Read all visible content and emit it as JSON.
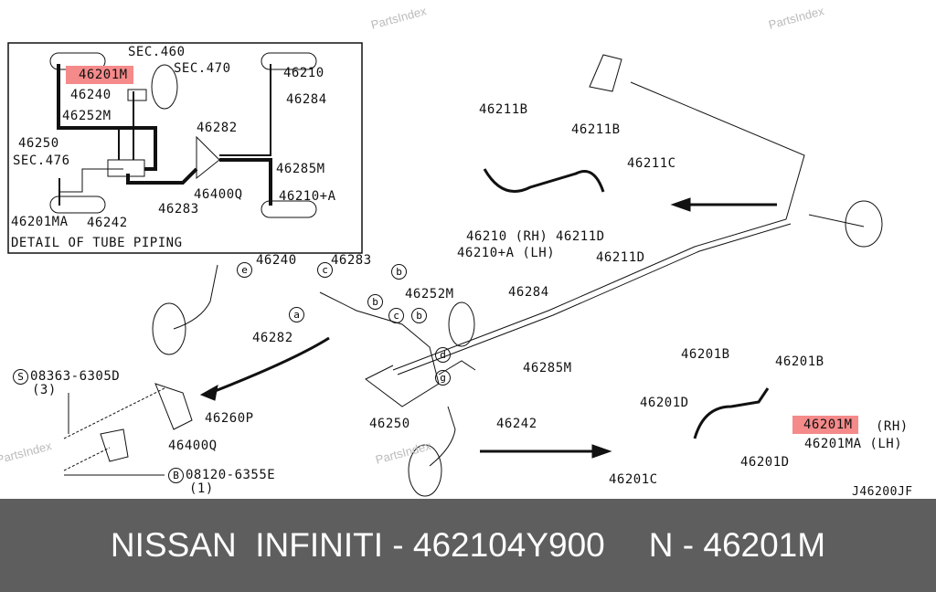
{
  "watermarks": [
    "PartsIndex",
    "PartsIndex",
    "PartsIndex",
    "PartsIndex"
  ],
  "detail": {
    "caption": "DETAIL OF TUBE PIPING",
    "labels": [
      "SEC.460",
      "SEC.470",
      "46201M",
      "46240",
      "46252M",
      "46250",
      "SEC.476",
      "46201MA",
      "46242",
      "46282",
      "46400Q",
      "46283",
      "46210",
      "46284",
      "46285M",
      "46210+A"
    ]
  },
  "main": {
    "labels": [
      "46211B",
      "46211B",
      "46211C",
      "46210 (RH)",
      "46210+A (LH)",
      "46211D",
      "46211D",
      "46240",
      "46283",
      "46252M",
      "46282",
      "46284",
      "46285M",
      "46250",
      "46242",
      "08363-6305D",
      "(3)",
      "46260P",
      "46400Q",
      "08120-6355E",
      "(1)",
      "46201B",
      "46201B",
      "46201D",
      "46201M",
      "(RH)",
      "46201MA (LH)",
      "46201D",
      "46201C",
      "J46200JF"
    ],
    "circle_letters": [
      "e",
      "a",
      "c",
      "b",
      "b",
      "c",
      "b",
      "d",
      "g"
    ],
    "prefix_letters": [
      "S",
      "B"
    ]
  },
  "highlight_color": "#f58a8a",
  "banner": {
    "left": "NISSAN  INFINITI - 462104Y900",
    "right": "N - 46201M"
  }
}
